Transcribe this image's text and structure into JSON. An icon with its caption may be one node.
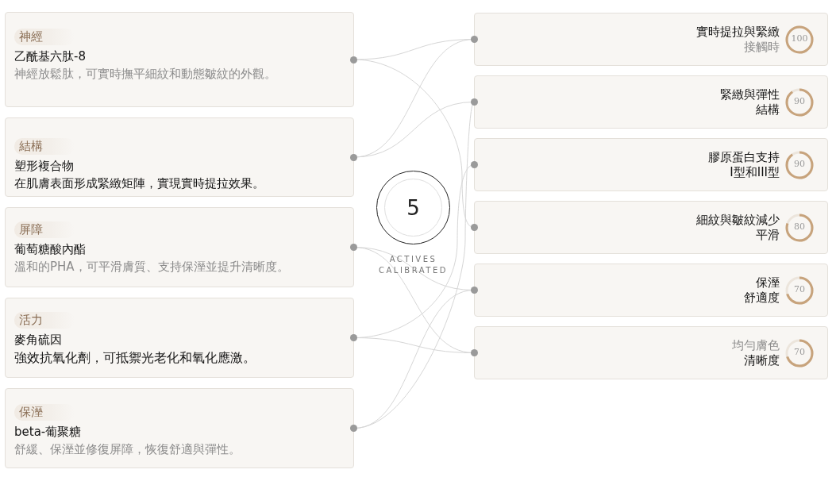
{
  "diagram": {
    "nodes": [
      {
        "text": [
          "神經",
          "乙酰基六肽-8",
          "神經放鬆肽，可實時撫平細紋和動態皺紋的外觀。"
        ]
      },
      {
        "text": [
          "結構",
          "塑形複合物",
          "在肌膚表面形成緊緻矩陣，實現實時提拉效果。"
        ]
      },
      {
        "text": [
          "屏障",
          "葡萄糖酸內酯",
          "溫和的PHA，可平滑膚質、支持保溼並提升清晰度。"
        ]
      },
      {
        "text": [
          "活力",
          "麥角硫因",
          "強效抗氧化劑，可抵禦光老化和氧化應激。"
        ]
      },
      {
        "text": [
          "保溼",
          "beta-葡聚糖",
          "舒緩、保溼並修復屏障，恢復舒適與彈性。"
        ]
      },
      {
        "text": [
          "5"
        ],
        "beside": [
          "ACTIVES CALIBRATED"
        ]
      },
      {
        "text": [
          "實時提拉與緊緻",
          "接觸時",
          "100"
        ]
      },
      {
        "text": [
          "緊緻與彈性",
          "結構",
          "90"
        ]
      },
      {
        "text": [
          "膠原蛋白支持",
          "I型和III型",
          "90"
        ]
      },
      {
        "text": [
          "細紋與皺紋減少",
          "平滑",
          "80"
        ]
      },
      {
        "text": [
          "保溼",
          "舒適度",
          "70"
        ]
      },
      {
        "text": [
          "均勻膚色",
          "清晰度",
          "70"
        ]
      }
    ],
    "edges": [
      {
        "from": 0,
        "to": 6,
        "arrow": "none"
      },
      {
        "from": 0,
        "to": 9,
        "arrow": "none"
      },
      {
        "from": 1,
        "to": 6,
        "arrow": "none"
      },
      {
        "from": 1,
        "to": 7,
        "arrow": "none"
      },
      {
        "from": 2,
        "to": 10,
        "arrow": "none"
      },
      {
        "from": 2,
        "to": 11,
        "arrow": "none"
      },
      {
        "from": 3,
        "to": 8,
        "arrow": "none"
      },
      {
        "from": 3,
        "to": 11,
        "arrow": "none"
      },
      {
        "from": 4,
        "to": 7,
        "arrow": "none"
      },
      {
        "from": 4,
        "to": 10,
        "arrow": "none"
      }
    ]
  }
}
